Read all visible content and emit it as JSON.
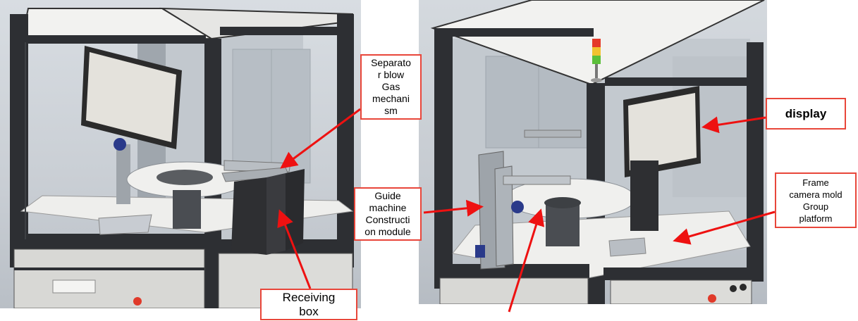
{
  "callouts": {
    "separator": "Separato\nr blow\nGas\nmechani\nsm",
    "guide": "Guide\nmachine\nConstructi\non module",
    "receiving": "Receiving\nbox",
    "display": "display",
    "frame": "Frame\ncamera mold\nGroup\nplatform"
  },
  "colors": {
    "callout_border": "#e8463a",
    "arrow": "#ee1111",
    "frame": "#2d2f33",
    "monitor_screen": "#e4e2dc",
    "turntable": "#f0f0ee"
  }
}
